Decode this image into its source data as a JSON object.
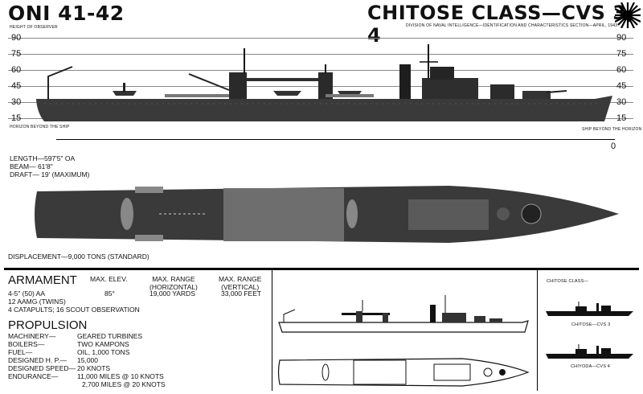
{
  "header": {
    "doc_number": "ONI 41-42",
    "title": "CHITOSE CLASS—CVS 3, 4",
    "subtitle": "DIVISION OF NAVAL INTELLIGENCE—IDENTIFICATION AND CHARACTERISTICS SECTION—APRIL, 1943",
    "height_label": "HEIGHT OF OBSERVER"
  },
  "scale": {
    "ticks": [
      "90",
      "75",
      "60",
      "45",
      "30",
      "15"
    ],
    "horizon_left": "HORIZON BEYOND THE SHIP",
    "horizon_right": "SHIP BEYOND THE HORIZON",
    "zero": "0"
  },
  "dimensions": {
    "length": "LENGTH—597'5\" OA",
    "beam": "BEAM—  61'8\"",
    "draft": "DRAFT—  19' (MAXIMUM)"
  },
  "displacement": "DISPLACEMENT—9,000 TONS (STANDARD)",
  "armament": {
    "heading": "ARMAMENT",
    "col_elev": "MAX. ELEV.",
    "col_range_h": [
      "MAX. RANGE",
      "(HORIZONTAL)"
    ],
    "col_range_v": [
      "MAX. RANGE",
      "(VERTICAL)"
    ],
    "gun": "4-5\" (50) AA",
    "elev": "85°",
    "range_h": "19,000 YARDS",
    "range_v": "33,000 FEET",
    "aamg": "12 AAMG (TWINS)",
    "catapults": "4 CATAPULTS; 16 SCOUT OBSERVATION"
  },
  "propulsion": {
    "heading": "PROPULSION",
    "rows": [
      {
        "label": "MACHINERY—",
        "value": "GEARED TURBINES"
      },
      {
        "label": "BOILERS—",
        "value": "TWO KAMPONS"
      },
      {
        "label": "FUEL—",
        "value": "OIL, 1,000 TONS"
      },
      {
        "label": "DESIGNED H. P.—",
        "value": "15,000"
      },
      {
        "label": "DESIGNED SPEED—",
        "value": "20 KNOTS"
      },
      {
        "label": "ENDURANCE—",
        "value": "11,000 MILES @ 10 KNOTS"
      }
    ],
    "endurance_2": "2,700 MILES @ 20 KNOTS"
  },
  "class_panel": {
    "title": "CHITOSE CLASS—",
    "ship1": "CHITOSE—CVS 3",
    "ship2": "CHIYODA—CVS 4"
  },
  "colors": {
    "ink": "#111111",
    "hull": "#3a3a3a",
    "deck": "#6e6e6e"
  }
}
